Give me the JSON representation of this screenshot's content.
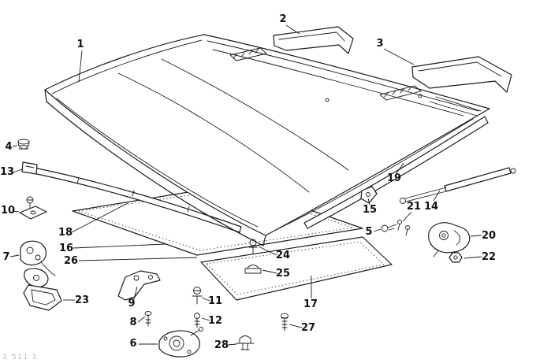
{
  "page": {
    "background_color": "#ffffff",
    "ink_color": "#1c1c1c",
    "watermark": "1 511 1"
  },
  "diagram": {
    "callouts": [
      "1",
      "2",
      "3",
      "4",
      "5",
      "6",
      "7",
      "8",
      "9",
      "10",
      "11",
      "12",
      "13",
      "14",
      "15",
      "16",
      "17",
      "18",
      "19",
      "20",
      "21",
      "22",
      "23",
      "24",
      "25",
      "26",
      "27",
      "28"
    ]
  }
}
